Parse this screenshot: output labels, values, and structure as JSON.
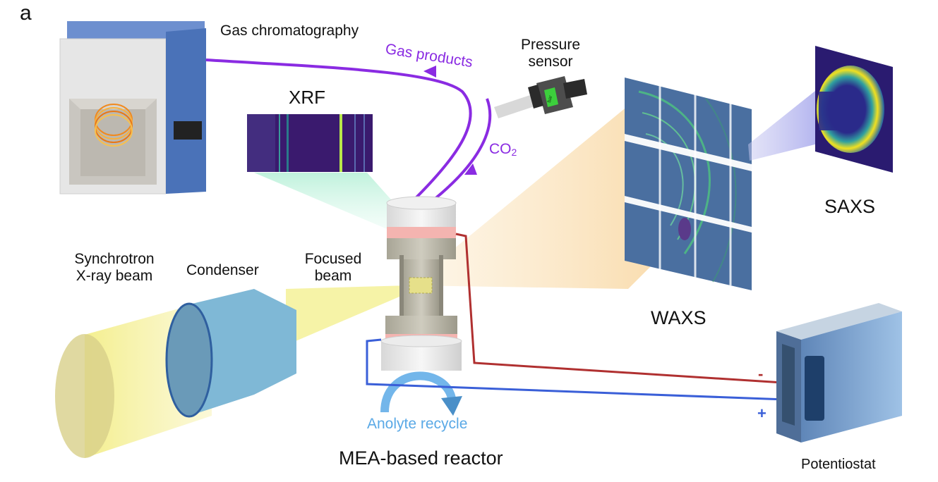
{
  "panel_letter": "a",
  "labels": {
    "gas_chromatography": "Gas chromatography",
    "gas_products": "Gas products",
    "pressure_sensor_line1": "Pressure",
    "pressure_sensor_line2": "sensor",
    "xrf": "XRF",
    "co2_main": "CO",
    "co2_sub": "2",
    "saxs": "SAXS",
    "synchrotron_line1": "Synchrotron",
    "synchrotron_line2": "X-ray beam",
    "condenser": "Condenser",
    "focused_line1": "Focused",
    "focused_line2": "beam",
    "waxs": "WAXS",
    "minus": "-",
    "plus": "+",
    "anolyte_recycle": "Anolyte recycle",
    "mea_reactor": "MEA-based reactor",
    "potentiostat": "Potentiostat",
    "sensor_display": "bar"
  },
  "colors": {
    "gas_line": "#8a2be2",
    "cathode_wire": "#b03030",
    "anode_wire": "#3a5fd8",
    "anolyte_arrow": "#5aa9e6",
    "beam": "#f3ef8a",
    "condenser": "#7fb8d6",
    "potentiostat": "#8fb4dc",
    "gc_blue": "#4a72b8",
    "xrf_bg": "#3a1a6e",
    "xrf_beam": "#b8f0d8",
    "saxs_bg": "#2a1b70",
    "saxs_ring": "#f0e020",
    "detector_bg": "#4a6fa0",
    "waxs_cone": "#f8d8a0",
    "text_purple": "#8a2be2",
    "text_red": "#b03030",
    "text_blue": "#3a5fd8",
    "text_cyan": "#5aa9e6"
  }
}
